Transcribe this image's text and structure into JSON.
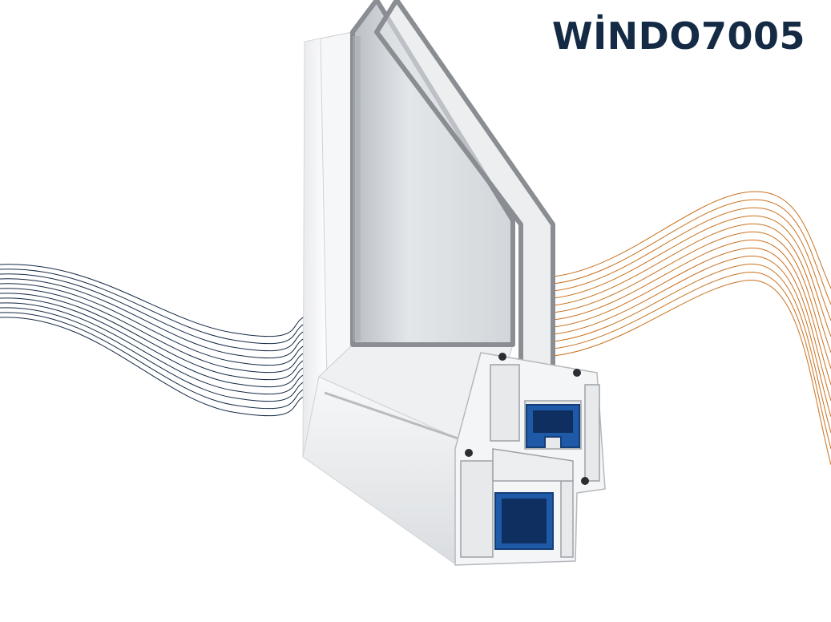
{
  "brand": {
    "name": "WİNDO7005",
    "color": "#142a45"
  },
  "colors": {
    "cool_waves": "#142a45",
    "warm_waves": "#c9711e",
    "reinforcement": "#1f5aa8",
    "glass": "#d8dde2",
    "glass_edge": "#8a8e93",
    "frame": "#f2f3f5"
  },
  "illustration": {
    "icons": [
      "pvc-window-profile-cross-section",
      "double-glazing-panes",
      "steel-reinforcement",
      "heat-wave-lines",
      "cold-wave-lines"
    ]
  }
}
